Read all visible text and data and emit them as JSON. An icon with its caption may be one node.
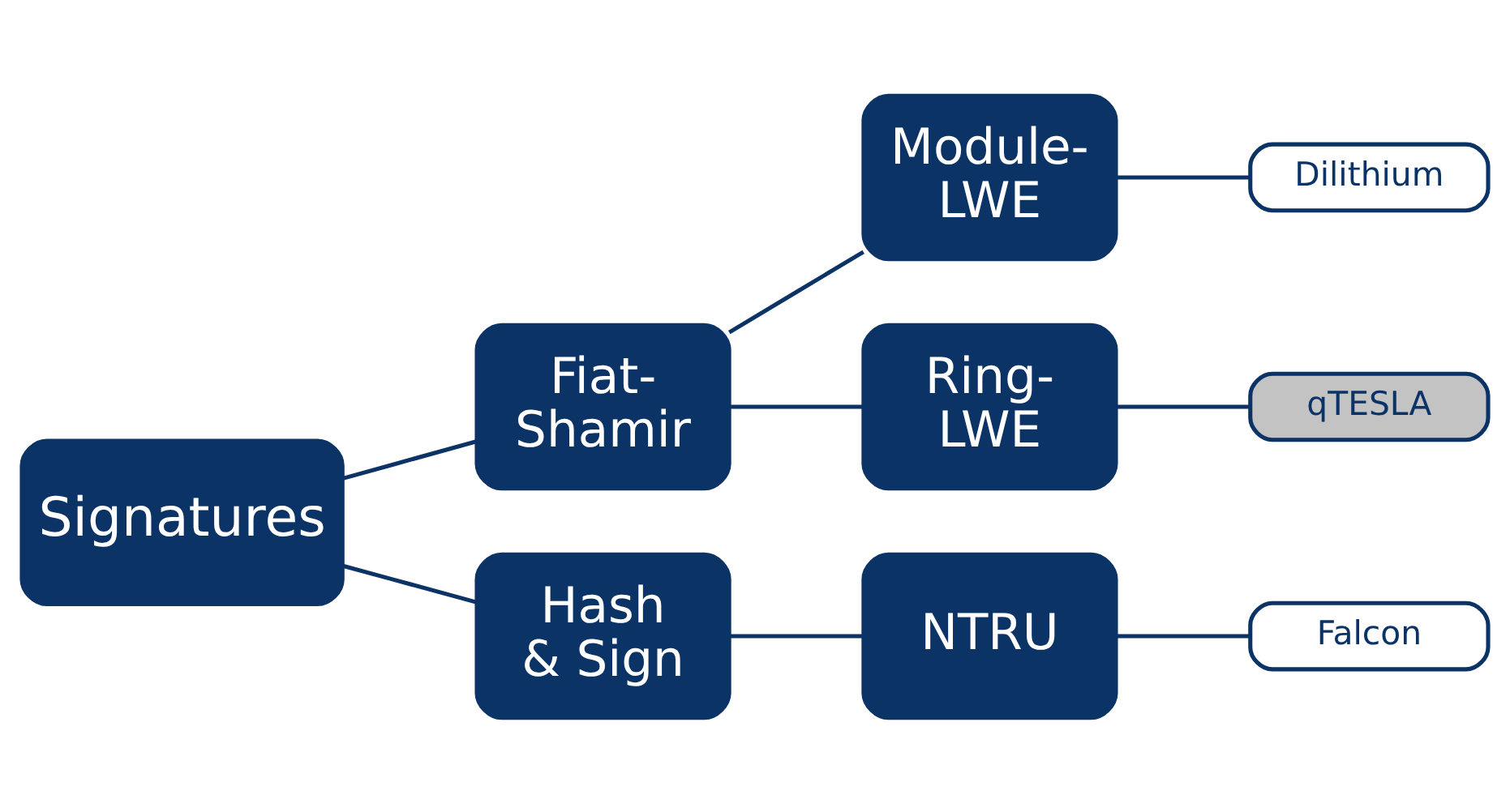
{
  "diagram": {
    "nodes": [
      {
        "text": [
          "Signatures"
        ]
      },
      {
        "text": [
          "Fiat- Shamir"
        ]
      },
      {
        "text": [
          "Hash & Sign"
        ]
      },
      {
        "text": [
          "Module- LWE"
        ]
      },
      {
        "text": [
          "Ring- LWE"
        ]
      },
      {
        "text": [
          "NTRU"
        ]
      },
      {
        "text": [
          "Dilithium"
        ]
      },
      {
        "text": [
          "qTESLA"
        ]
      },
      {
        "text": [
          "Falcon"
        ]
      }
    ],
    "edges": [
      {
        "from": 0,
        "to": 1,
        "arrow": "none"
      },
      {
        "from": 0,
        "to": 2,
        "arrow": "none"
      },
      {
        "from": 1,
        "to": 3,
        "arrow": "none"
      },
      {
        "from": 1,
        "to": 4,
        "arrow": "none"
      },
      {
        "from": 2,
        "to": 5,
        "arrow": "none"
      },
      {
        "from": 3,
        "to": 6,
        "arrow": "none"
      },
      {
        "from": 4,
        "to": 7,
        "arrow": "none"
      },
      {
        "from": 5,
        "to": 8,
        "arrow": "none"
      }
    ]
  }
}
